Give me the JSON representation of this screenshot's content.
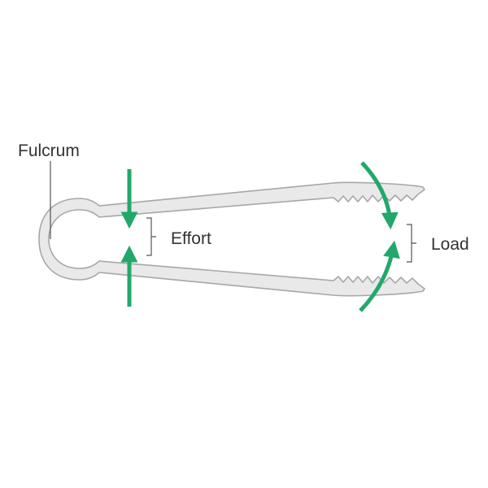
{
  "diagram": {
    "labels": {
      "fulcrum": "Fulcrum",
      "effort": "Effort",
      "load": "Load"
    },
    "colors": {
      "arrow": "#22a86b",
      "tong_fill": "#e9e9e9",
      "tong_stroke": "#a7a7a7",
      "text": "#333333",
      "bracket": "#555555"
    }
  }
}
